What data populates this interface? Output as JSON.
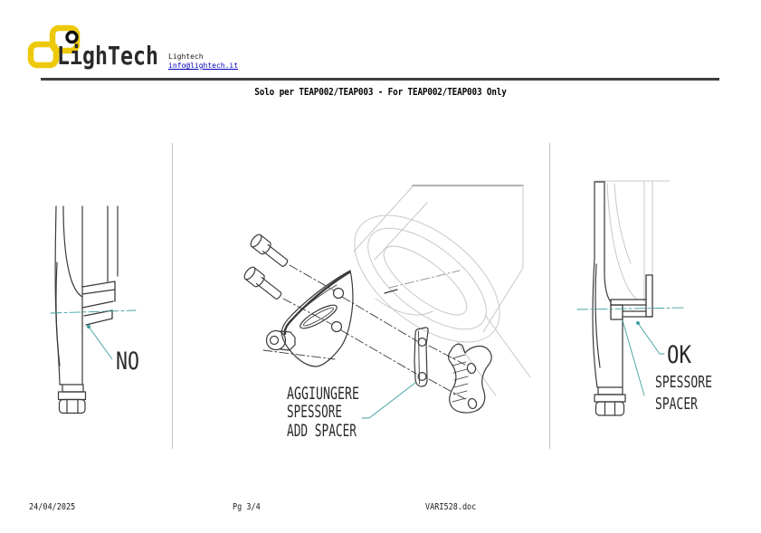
{
  "header": {
    "brand": "LighTech",
    "company": "Lightech",
    "email": "info@lightech.it",
    "title": "Solo per TEAP002/TEAP003  - For TEAP002/TEAP003 Only"
  },
  "drawings": {
    "left_view": {
      "verdict_label": "NO"
    },
    "exploded_view": {
      "note_line1": "AGGIUNGERE",
      "note_line2": "SPESSORE",
      "note_line3": "ADD SPACER"
    },
    "right_view": {
      "verdict_label": "OK",
      "part_label_line1": "SPESSORE",
      "part_label_line2": "SPACER"
    }
  },
  "footer": {
    "date": "24/04/2025",
    "page_number": "Pg 3/4",
    "filename": "VARI528.doc"
  },
  "colors": {
    "leader_teal": "#3f9f9f",
    "logo_yellow": "#edc90a",
    "link_blue": "#0000bf",
    "drawing_dark": "#3a3a3a",
    "drawing_light": "#c8c8c8"
  }
}
